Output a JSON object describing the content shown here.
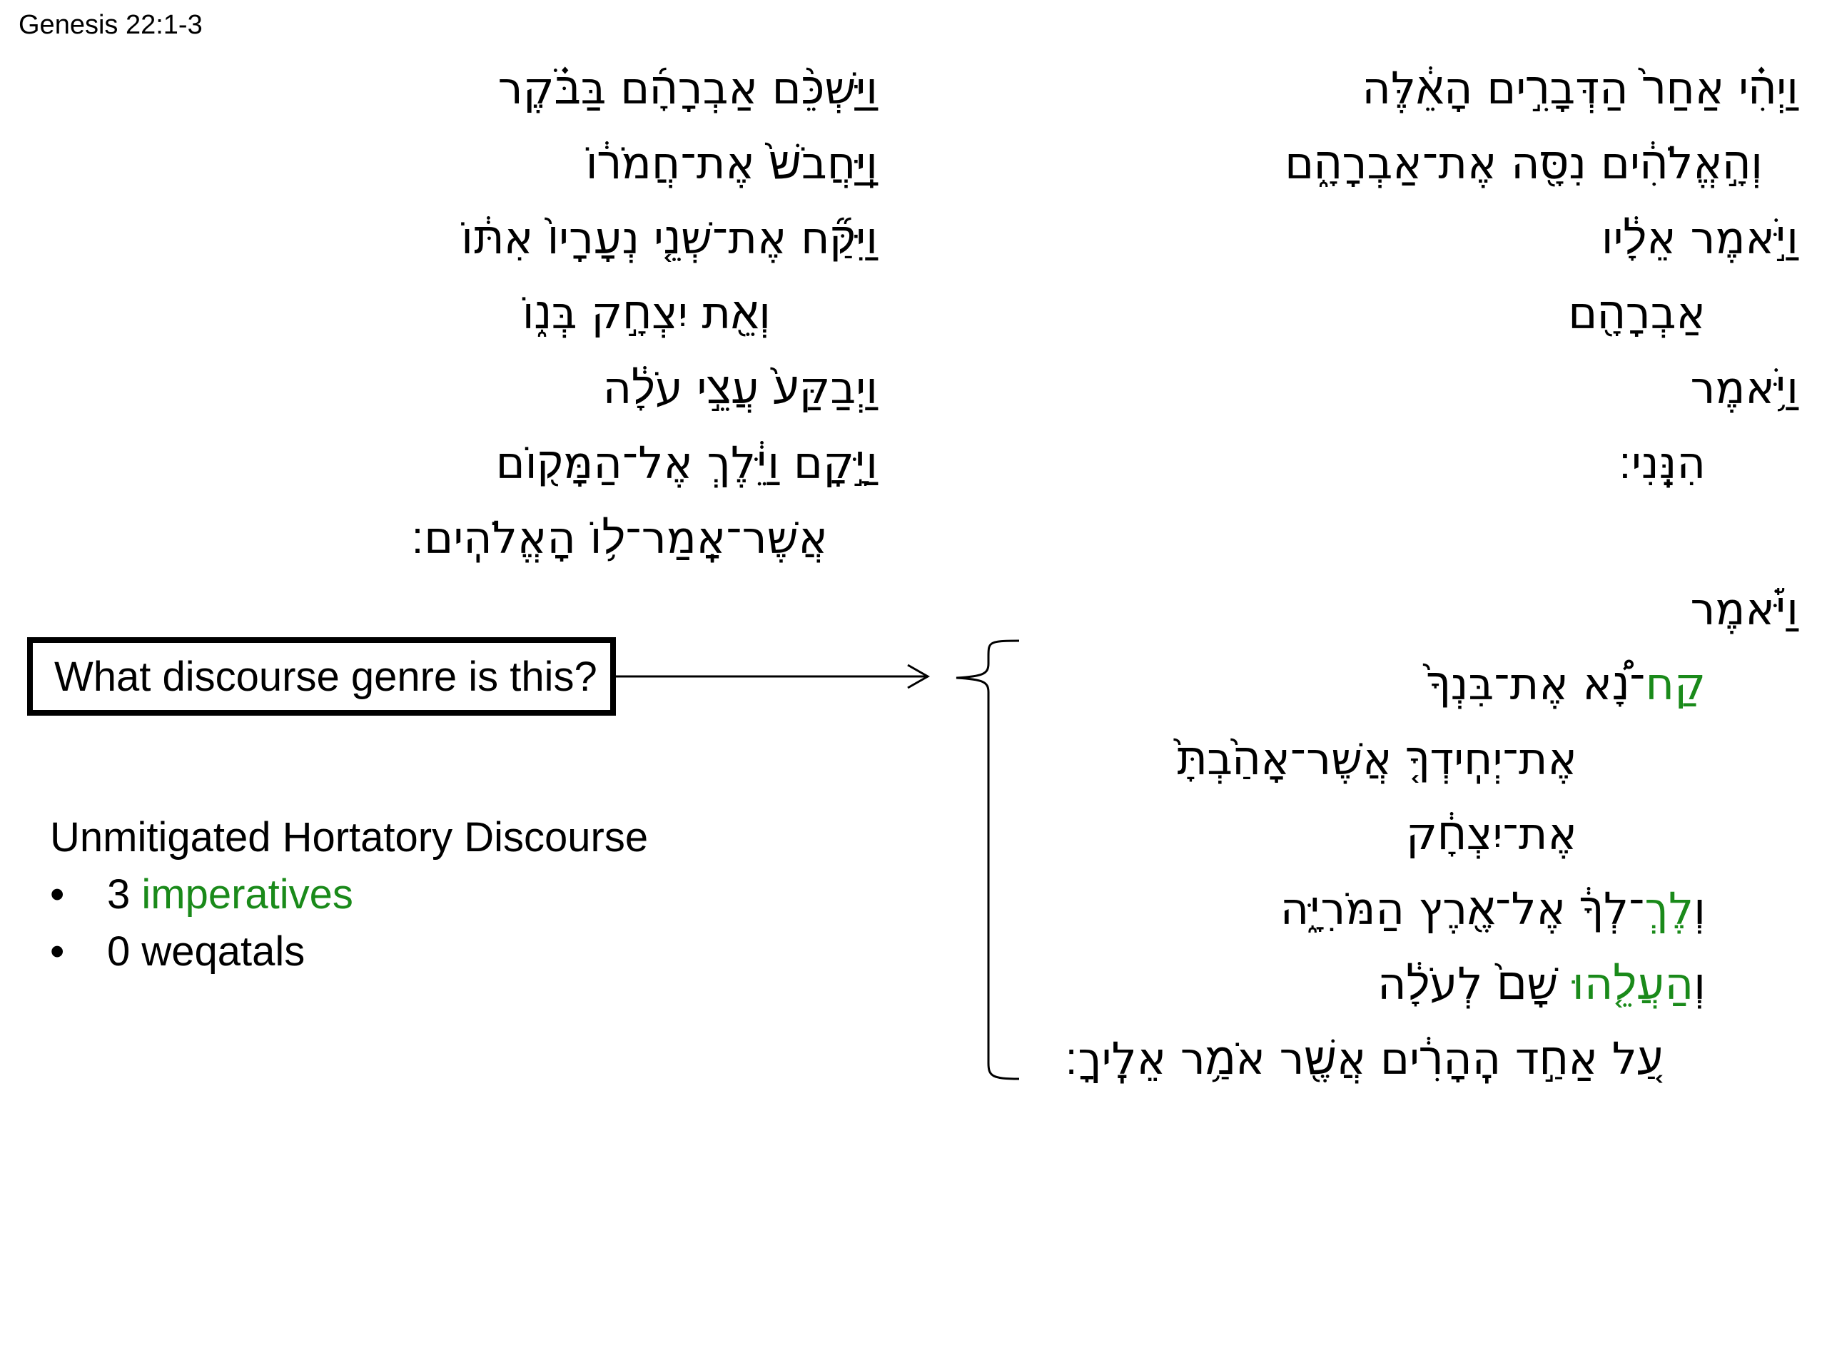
{
  "reference": "Genesis 22:1-3",
  "right_column": [
    {
      "segments": [
        {
          "text": "וַיְהִ֗י אַחַר֙ הַדְּבָרִ֣ים הָאֵ֔לֶּה",
          "imp": false
        }
      ]
    },
    {
      "segments": [
        {
          "text": "וְהָ֣אֱלֹהִ֔ים נִסָּ֖ה אֶת־אַבְרָהָ֑ם",
          "imp": false
        }
      ]
    },
    {
      "segments": [
        {
          "text": "וַיֹּ֣אמֶר אֵלָ֔יו",
          "imp": false
        }
      ]
    },
    {
      "segments": [
        {
          "text": "אַבְרָהָ֖ם",
          "imp": false
        }
      ]
    },
    {
      "segments": [
        {
          "text": "וַיֹּ֥אמֶר",
          "imp": false
        }
      ]
    },
    {
      "segments": [
        {
          "text": "הִנֵּֽנִי׃",
          "imp": false
        }
      ]
    },
    {
      "segments": [
        {
          "text": "וַיֹּ֡אמֶר",
          "imp": false
        }
      ]
    },
    {
      "segments": [
        {
          "text": "קַח",
          "imp": true
        },
        {
          "text": "־נָ֠א אֶת־בִּנְךָ֙",
          "imp": false
        }
      ]
    },
    {
      "segments": [
        {
          "text": "אֶת־יְחִֽידְךָ֤ אֲשֶׁר־אָהַ֙בְתָּ֙",
          "imp": false
        }
      ]
    },
    {
      "segments": [
        {
          "text": "אֶת־יִצְחָ֔ק",
          "imp": false
        }
      ]
    },
    {
      "segments": [
        {
          "text": "וְ",
          "imp": false
        },
        {
          "text": "לֶךְ",
          "imp": true
        },
        {
          "text": "־לְךָ֔ אֶל־אֶ֖רֶץ הַמֹּרִיָּ֑ה",
          "imp": false
        }
      ]
    },
    {
      "segments": [
        {
          "text": "וְ",
          "imp": false
        },
        {
          "text": "הַעֲלֵ֤הוּ",
          "imp": true
        },
        {
          "text": " שָׁם֙ לְעֹלָ֔ה",
          "imp": false
        }
      ]
    },
    {
      "segments": [
        {
          "text": "עַ֚ל אַחַ֣ד הֶֽהָרִ֔ים אֲשֶׁ֖ר אֹמַ֥ר אֵלֶֽיךָ׃",
          "imp": false
        }
      ]
    }
  ],
  "left_column": [
    {
      "segments": [
        {
          "text": "וַיַּשְׁכֵּ֨ם אַבְרָהָ֜ם בַּבֹּ֗קֶר",
          "imp": false
        }
      ]
    },
    {
      "segments": [
        {
          "text": "וַֽיַּחֲבֹשׁ֙ אֶת־חֲמֹר֔וֹ",
          "imp": false
        }
      ]
    },
    {
      "segments": [
        {
          "text": "וַיִּקַּ֞ח אֶת־שְׁנֵ֤י נְעָרָיו֙ אִתּ֔וֹ",
          "imp": false
        }
      ]
    },
    {
      "segments": [
        {
          "text": "וְאֵ֖ת יִצְחָ֣ק בְּנ֑וֹ",
          "imp": false
        }
      ]
    },
    {
      "segments": [
        {
          "text": "וַיְבַקַּע֙ עֲצֵ֣י עֹלָ֔ה",
          "imp": false
        }
      ]
    },
    {
      "segments": [
        {
          "text": "וַיָּ֣קָם וַיֵּ֔לֶךְ אֶל־הַמָּק֖וֹם",
          "imp": false
        }
      ]
    },
    {
      "segments": [
        {
          "text": "אֲשֶׁר־אָֽמַר־ל֥וֹ הָאֱלֹהִֽים׃",
          "imp": false
        }
      ]
    }
  ],
  "question": "What discourse genre is this?",
  "genre": {
    "title": "Unmitigated Hortatory Discourse",
    "bullet_char": "•",
    "bullets": [
      {
        "count": "3",
        "label": "imperatives",
        "green": true
      },
      {
        "count": "0",
        "label": "weqatals",
        "green": false
      }
    ]
  },
  "colors": {
    "imperative": "#1a8a1a",
    "text": "#000000"
  }
}
